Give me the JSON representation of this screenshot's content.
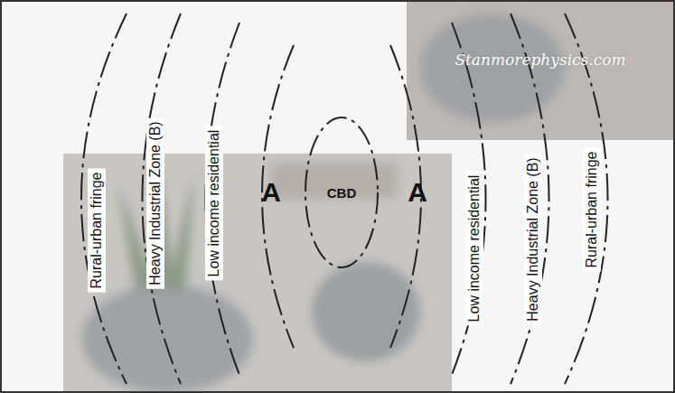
{
  "diagram": {
    "nodes": [
      {
        "text": [
          "CBD"
        ]
      }
    ],
    "labels": [
      "Rural-urban fringe",
      "Heavy Industrial Zone (B)",
      "Low income residential",
      "A",
      "A",
      "Low income residential",
      "Heavy Industrial Zone (B)",
      "Rural-urban fringe",
      "Stanmorephysics.com"
    ]
  }
}
